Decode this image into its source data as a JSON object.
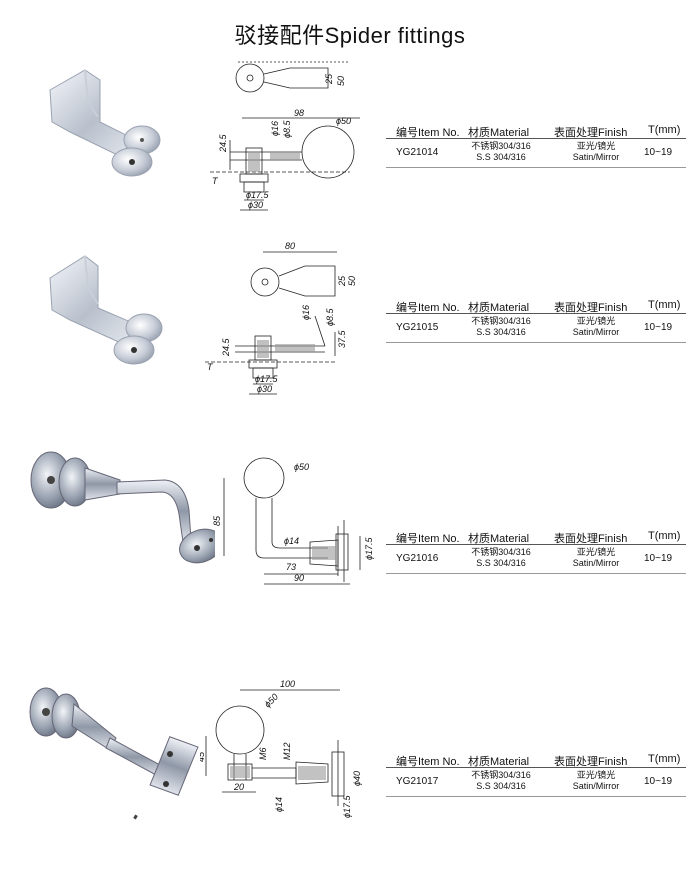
{
  "page": {
    "title": "驳接配件Spider fittings"
  },
  "table_headers": {
    "item": "编号Item No.",
    "material": "材质Material",
    "finish": "表面处理Finish",
    "thickness": "T(mm)"
  },
  "products": [
    {
      "item_no": "YG21014",
      "material_cn": "不锈钢304/316",
      "material_en": "S.S 304/316",
      "finish_cn": "亚光/镜光",
      "finish_en": "Satin/Mirror",
      "thickness": "10~19",
      "dims": {
        "d1": "25",
        "d2": "50",
        "d3": "98",
        "d4": "ϕ50",
        "d5": "ϕ16",
        "d6": "ϕ8.5",
        "d7": "24.5",
        "d8": "T",
        "d9": "ϕ17.5",
        "d10": "ϕ30"
      }
    },
    {
      "item_no": "YG21015",
      "material_cn": "不锈钢304/316",
      "material_en": "S.S 304/316",
      "finish_cn": "亚光/镜光",
      "finish_en": "Satin/Mirror",
      "thickness": "10~19",
      "dims": {
        "d1": "80",
        "d2": "25",
        "d3": "50",
        "d4": "ϕ16",
        "d5": "ϕ8.5",
        "d6": "37.5",
        "d7": "24.5",
        "d8": "T",
        "d9": "ϕ17.5",
        "d10": "ϕ30"
      }
    },
    {
      "item_no": "YG21016",
      "material_cn": "不锈钢304/316",
      "material_en": "S.S 304/316",
      "finish_cn": "亚光/镜光",
      "finish_en": "Satin/Mirror",
      "thickness": "10~19",
      "dims": {
        "d1": "ϕ50",
        "d2": "85",
        "d3": "ϕ14",
        "d4": "73",
        "d5": "90",
        "d6": "ϕ17.5"
      }
    },
    {
      "item_no": "YG21017",
      "material_cn": "不锈钢304/316",
      "material_en": "S.S 304/316",
      "finish_cn": "亚光/镜光",
      "finish_en": "Satin/Mirror",
      "thickness": "10~19",
      "dims": {
        "d1": "100",
        "d2": "ϕ50",
        "d3": "45",
        "d4": "M6",
        "d5": "M12",
        "d6": "20",
        "d7": "ϕ14",
        "d8": "ϕ40",
        "d9": "ϕ17.5"
      }
    }
  ]
}
